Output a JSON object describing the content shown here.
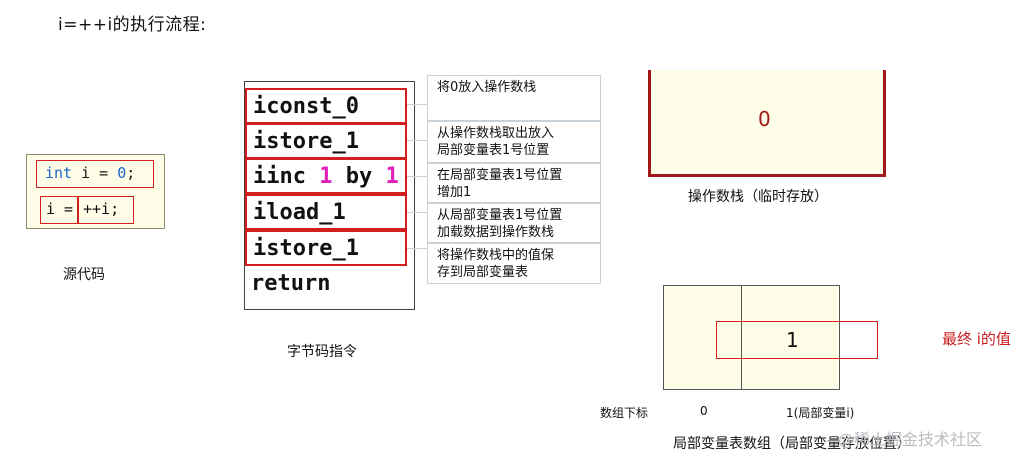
{
  "title": "i=++i的执行流程:",
  "source": {
    "line1": {
      "kw": "int",
      "rest": " i = ",
      "num": "0",
      "end": ";"
    },
    "line2": {
      "lhs": "i =",
      "rhs": "++i;"
    },
    "caption": "源代码"
  },
  "bytecode": {
    "rows": [
      {
        "text": "iconst_0"
      },
      {
        "text": "istore_1"
      },
      {
        "pre": "iinc ",
        "a": "1",
        "mid": " by ",
        "b": "1"
      },
      {
        "text": "iload_1"
      },
      {
        "text": "istore_1"
      },
      {
        "text": "return"
      }
    ],
    "caption": "字节码指令"
  },
  "notes": [
    {
      "line1": "将0放入操作数栈",
      "line2": ""
    },
    {
      "line1": "从操作数栈取出放入",
      "line2": "局部变量表1号位置"
    },
    {
      "line1": "在局部变量表1号位置",
      "line2": "增加1"
    },
    {
      "line1": "从局部变量表1号位置",
      "line2": "加载数据到操作数栈"
    },
    {
      "line1": "将操作数栈中的值保",
      "line2": "存到局部变量表"
    }
  ],
  "stack": {
    "value": "0",
    "caption": "操作数栈（临时存放）"
  },
  "local_vars": {
    "value": "1",
    "final_label": "最终 i的值",
    "index_label": "数组下标",
    "index0": "0",
    "index1": "1(局部变量i)",
    "caption": "局部变量表数组（局部变量存放位置）"
  },
  "watermark": "@稀土掘金技术社区",
  "colors": {
    "highlight": "#d21e1e",
    "stack_border": "#a01818",
    "accent_magenta": "#e020b8",
    "code_blue": "#1d64c8"
  }
}
